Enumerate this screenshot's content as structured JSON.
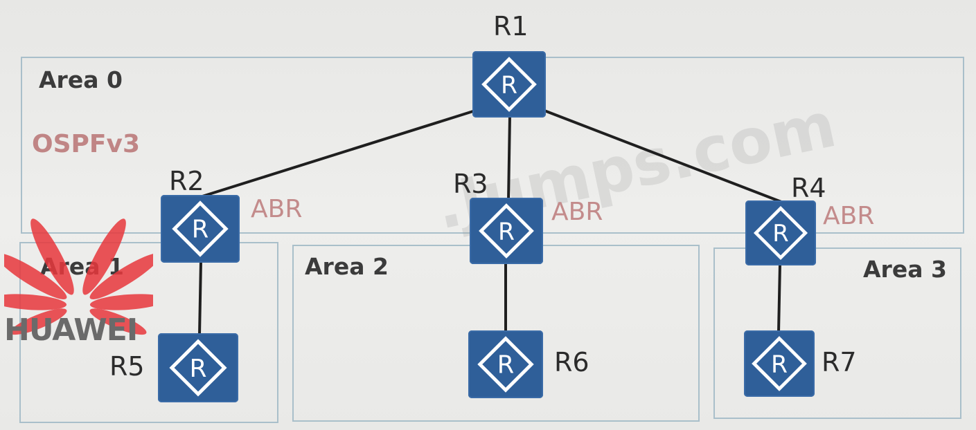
{
  "areas": {
    "area0": "Area 0",
    "area1": "Area 1",
    "area2": "Area 2",
    "area3": "Area 3"
  },
  "protocol": "OSPFv3",
  "routers": {
    "r1": "R1",
    "r2": "R2",
    "r3": "R3",
    "r4": "R4",
    "r5": "R5",
    "r6": "R6",
    "r7": "R7"
  },
  "roles": {
    "r2": "ABR",
    "r3": "ABR",
    "r4": "ABR"
  },
  "router_icon_letter": "R",
  "links": [
    [
      "R1",
      "R2"
    ],
    [
      "R1",
      "R3"
    ],
    [
      "R1",
      "R4"
    ],
    [
      "R2",
      "R5"
    ],
    [
      "R3",
      "R6"
    ],
    [
      "R4",
      "R7"
    ]
  ],
  "watermark": ".Jumps.com",
  "logo": {
    "text": "HUAWEI",
    "color": "#e8383d"
  },
  "colors": {
    "router": "#2f5f99",
    "area_border": "#a9bfca",
    "abr": "#c38b8b"
  }
}
